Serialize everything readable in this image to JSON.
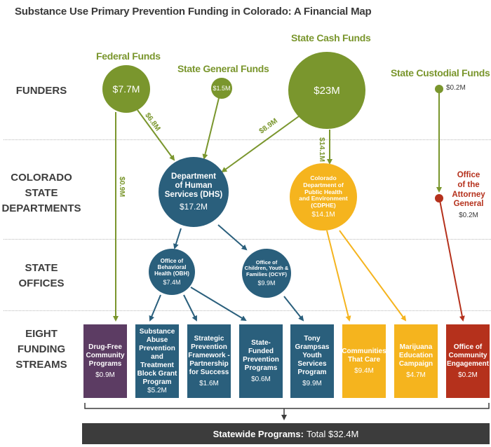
{
  "title": "Substance Use Primary Prevention Funding in Colorado: A Financial Map",
  "row_labels": {
    "funders": "FUNDERS",
    "departments": [
      "COLORADO",
      "STATE",
      "DEPARTMENTS"
    ],
    "offices": [
      "STATE",
      "OFFICES"
    ],
    "streams": [
      "EIGHT",
      "FUNDING",
      "STREAMS"
    ]
  },
  "colors": {
    "funder_green": "#7a962d",
    "dhs_blue": "#2a5f7c",
    "cdphe_yellow": "#f5b41e",
    "ag_red": "#b5311c",
    "dfc_purple": "#5c3c63",
    "total_dark": "#3c3c3c"
  },
  "funders": {
    "federal": {
      "label": "Federal Funds",
      "amount": "$7.7M"
    },
    "general": {
      "label": "State General Funds",
      "amount": "$1.5M"
    },
    "cash": {
      "label": "State Cash Funds",
      "amount": "$23M"
    },
    "custodial": {
      "label": "State Custodial Funds",
      "amount": "$0.2M"
    }
  },
  "flows": {
    "federal_to_dfc": "$0.9M",
    "federal_to_dhs": "$6.8M",
    "cash_to_dhs": "$8.9M",
    "cash_to_cdphe": "$14.1M"
  },
  "departments": {
    "dhs": {
      "name": [
        "Department",
        "of Human",
        "Services (DHS)"
      ],
      "amount": "$17.2M"
    },
    "cdphe": {
      "name": [
        "Colorado",
        "Department of",
        "Public Health",
        "and Environment",
        "(CDPHE)"
      ],
      "amount": "$14.1M"
    },
    "ag": {
      "name": [
        "Office",
        "of the",
        "Attorney",
        "General"
      ],
      "amount": "$0.2M"
    }
  },
  "offices": {
    "obh": {
      "name": [
        "Office of",
        "Behavioral",
        "Health (OBH)"
      ],
      "amount": "$7.4M"
    },
    "ocyf": {
      "name": [
        "Office of",
        "Children, Youth &",
        "Families (OCYF)"
      ],
      "amount": "$9.9M"
    }
  },
  "streams": [
    {
      "name": [
        "Drug-Free",
        "Community",
        "Programs"
      ],
      "amount": "$0.9M",
      "color": "#5c3c63"
    },
    {
      "name": [
        "Substance",
        "Abuse",
        "Prevention",
        "and",
        "Treatment",
        "Block Grant",
        "Program"
      ],
      "amount": "$5.2M",
      "color": "#2a5f7c"
    },
    {
      "name": [
        "Strategic",
        "Prevention",
        "Framework -",
        "Partnership",
        "for Success"
      ],
      "amount": "$1.6M",
      "color": "#2a5f7c"
    },
    {
      "name": [
        "State-",
        "Funded",
        "Prevention",
        "Programs"
      ],
      "amount": "$0.6M",
      "color": "#2a5f7c"
    },
    {
      "name": [
        "Tony",
        "Grampsas",
        "Youth",
        "Services",
        "Program"
      ],
      "amount": "$9.9M",
      "color": "#2a5f7c"
    },
    {
      "name": [
        "Communities",
        "That Care"
      ],
      "amount": "$9.4M",
      "color": "#f5b41e"
    },
    {
      "name": [
        "Marijuana",
        "Education",
        "Campaign"
      ],
      "amount": "$4.7M",
      "color": "#f5b41e"
    },
    {
      "name": [
        "Office of",
        "Community",
        "Engagement"
      ],
      "amount": "$0.2M",
      "color": "#b5311c"
    }
  ],
  "total": {
    "label": "Statewide Programs:",
    "value": "Total $32.4M"
  }
}
